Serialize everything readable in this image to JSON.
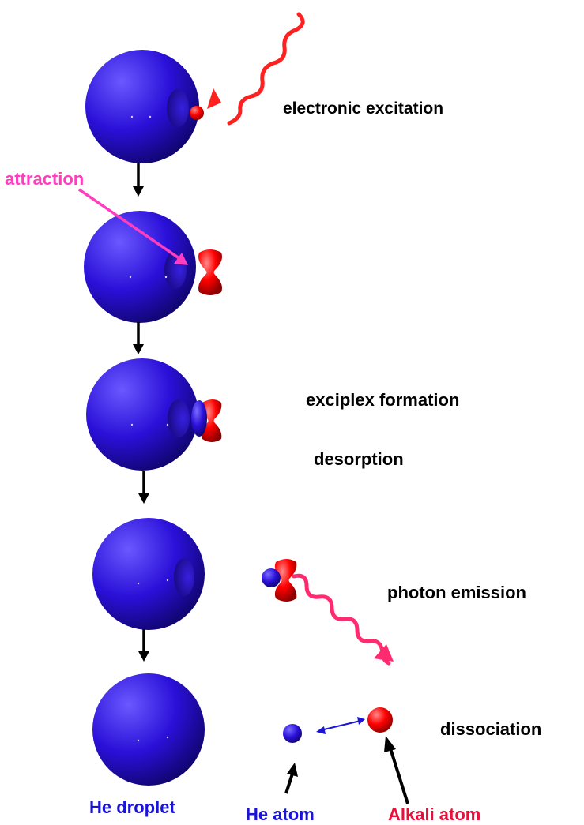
{
  "steps": [
    {
      "label": "electronic excitation"
    },
    {
      "label": "exciplex formation"
    },
    {
      "label": "desorption"
    },
    {
      "label": "photon emission"
    },
    {
      "label": "dissociation"
    }
  ],
  "annotations": {
    "attraction": "attraction",
    "he_droplet": "He droplet",
    "he_atom": "He atom",
    "alkali_atom": "Alkali atom"
  },
  "colors": {
    "droplet": "#2a10d8",
    "alkali": "#ff0000",
    "photon": "#ff2020",
    "photon_emitted": "#ff2a70",
    "attraction": "#ff3dbf",
    "label_blue": "#1a14d6",
    "label_red": "#e8103a",
    "text": "#000000"
  }
}
